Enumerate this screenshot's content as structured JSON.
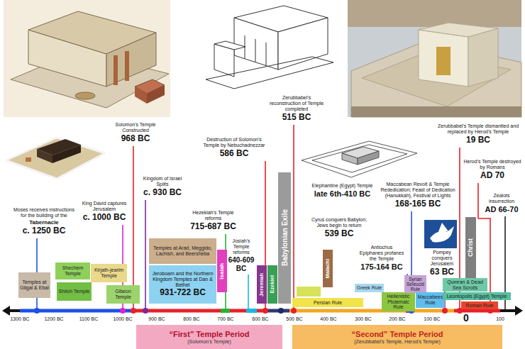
{
  "diagram": {
    "nodes": [
      {
        "text": [
          "Temples at Gilgal & Ebal"
        ]
      },
      {
        "text": [
          "Shechem Temple"
        ]
      },
      {
        "text": [
          "Shiloh Temple"
        ]
      },
      {
        "text": [
          "Kirjath-jearim Temple"
        ]
      },
      {
        "text": [
          "Gibeon Temple"
        ]
      },
      {
        "text": [
          "Temples at Arad, Meggido, Lachish, and Beersheba"
        ]
      },
      {
        "text": [
          "Jeroboam and the Northern Kingdom Temples at Dan & Bethel",
          "931-722 BC"
        ]
      },
      {
        "text": [
          "Isaiah"
        ]
      },
      {
        "text": [
          "Jeremiah"
        ]
      },
      {
        "text": [
          "Ezekiel"
        ]
      },
      {
        "text": [
          "Babylonian Exile"
        ]
      },
      {
        "text": [
          "Malachi"
        ]
      },
      {
        "text": [
          "Persian Rule"
        ]
      },
      {
        "text": [
          "Greek Rule"
        ]
      },
      {
        "text": [
          "Hellenistic Ptolemaic Rule"
        ]
      },
      {
        "text": [
          "Syrian Seleucid Rule"
        ]
      },
      {
        "text": [
          "Maccabees Rule"
        ]
      },
      {
        "text": [
          "Qumran & Dead Sea Scrolls"
        ]
      },
      {
        "text": [
          "Leontopolis (Egypt) Temple"
        ]
      },
      {
        "text": [
          "Christ"
        ]
      },
      {
        "text": [
          "Roman Rule"
        ]
      },
      {
        "text": [
          "“First” Temple Period",
          "(Solomon's Temple)"
        ]
      },
      {
        "text": [
          "“Second” Temple Period",
          "(Zerubbabel's Temple, Herod's Temple)"
        ]
      }
    ],
    "labels": [
      "Moses receives instructions for the building of the",
      "Tabernacle",
      "c. 1250 BC",
      "Solomon's Temple Constructed",
      "968 BC",
      "King David captures Jerusalem",
      "c. 1000 BC",
      "Kingdom of Israel Splits",
      "c. 930 BC",
      "Hezekiah's Temple reforms",
      "715-687 BC",
      "Destruction of Solomon's Temple by Nebuchadnezzar",
      "586 BC",
      "Josiah's Temple reforms",
      "640-609 BC",
      "Zerubbabel's reconstruction of Temple completed",
      "515 BC",
      "Elephantine (Egypt) Temple",
      "late 6th-410 BC",
      "Cyrus conquers Babylon; Jews begin to return",
      "539 BC",
      "Maccabean Revolt & Temple Rededication; Feast of Dedication (Hanukkah), Festival of Lights",
      "168-165 BC",
      "Antiochus Epiphanes profanes the Temple",
      "175-164 BC",
      "Pompey conquers Jerusalem",
      "63 BC",
      "Zerubbabel's Temple dismantled and replaced by Herod's Temple",
      "19 BC",
      "Herod's Temple destroyed by Romans",
      "AD 70",
      "Zealots insurrection",
      "AD 66-70",
      "1300 BC",
      "1200 BC",
      "1100 BC",
      "1000 BC",
      "900 BC",
      "800 BC",
      "700 BC",
      "600 BC",
      "500 BC",
      "400 BC",
      "300 BC",
      "200 BC",
      "100 BC",
      "0",
      "100"
    ]
  }
}
